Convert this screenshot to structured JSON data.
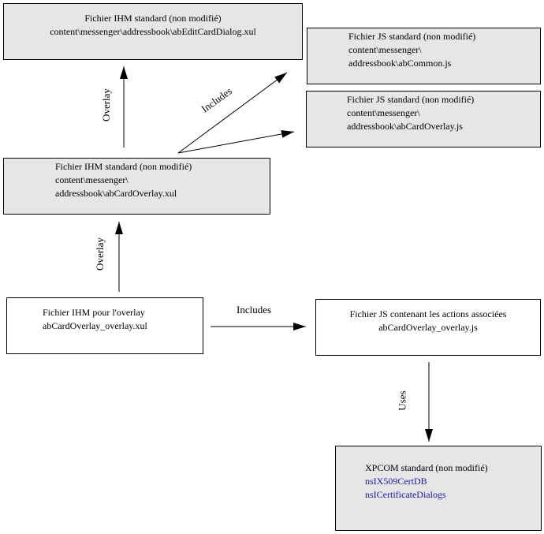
{
  "boxes": {
    "edit_dialog_xul": {
      "title": "Fichier IHM standard (non modifié)",
      "path": "content\\messenger\\addressbook\\abEditCardDialog.xul"
    },
    "common_js": {
      "title": "Fichier JS standard (non modifié)",
      "line1": "content\\messenger\\",
      "line2": "addressbook\\abCommon.js"
    },
    "card_overlay_js": {
      "title": "Fichier JS standard (non modifié)",
      "line1": "content\\messenger\\",
      "line2": "addressbook\\abCardOverlay.js"
    },
    "card_overlay_xul": {
      "title": "Fichier IHM standard (non modifié)",
      "line1": "content\\messenger\\",
      "line2": "addressbook\\abCardOverlay.xul"
    },
    "overlay_xul": {
      "title": "Fichier IHM pour l'overlay",
      "path": "abCardOverlay_overlay.xul"
    },
    "overlay_js": {
      "title": "Fichier JS contenant les actions associées",
      "path": "abCardOverlay_overlay.js"
    },
    "xpcom": {
      "title": "XPCOM standard (non modifié)",
      "interface1": "nsIX509CertDB",
      "interface2": "nsICertificateDialogs"
    }
  },
  "edges": {
    "overlay_top": "Overlay",
    "includes_top": "Includes",
    "overlay_bottom": "Overlay",
    "includes_bottom": "Includes",
    "uses": "Uses"
  },
  "colors": {
    "standard_box_fill": "#e6e6e6",
    "custom_box_fill": "#ffffff",
    "interface_text": "#1a1aa6"
  }
}
